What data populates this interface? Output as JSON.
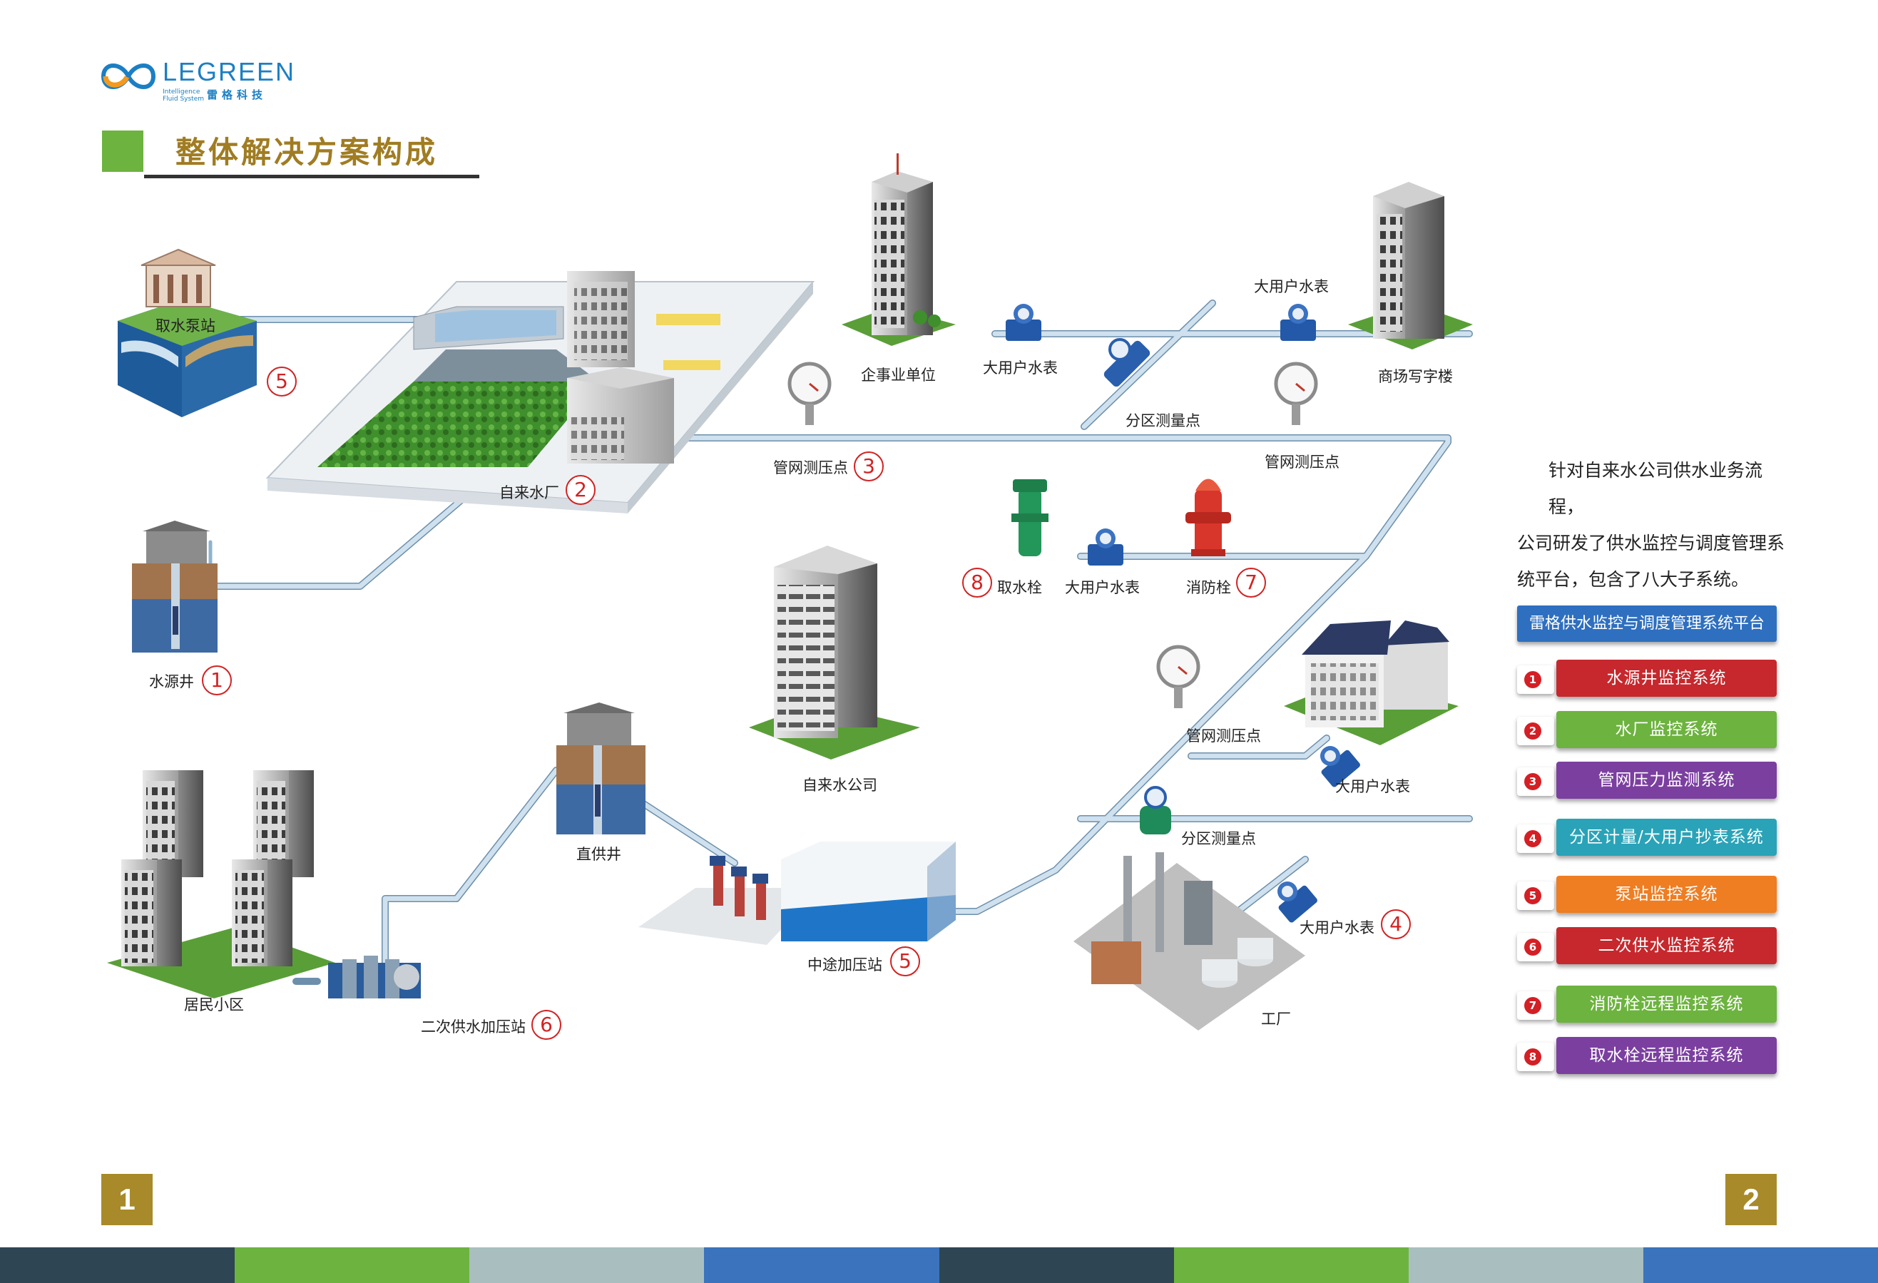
{
  "brand": {
    "name": "LEGREEN",
    "sub1": "Intelligence",
    "sub2": "Fluid System",
    "cn": "雷格科技"
  },
  "title": "整体解决方案构成",
  "labels": {
    "intake_pump": "取水泵站",
    "water_plant": "自来水厂",
    "source_well": "水源井",
    "enterprise": "企事业单位",
    "big_meter_1": "大用户水表",
    "big_meter_2": "大用户水表",
    "big_meter_3": "大用户水表",
    "big_meter_4": "大用户水表",
    "big_meter_5": "大用户水表",
    "zone_point_1": "分区测量点",
    "zone_point_2": "分区测量点",
    "mall": "商场写字楼",
    "pressure_1": "管网测压点",
    "pressure_2": "管网测压点",
    "pressure_3": "管网测压点",
    "intake_hydrant": "取水栓",
    "fire_hydrant": "消防栓",
    "water_company": "自来水公司",
    "direct_well": "直供井",
    "residential": "居民小区",
    "secondary_station": "二次供水加压站",
    "mid_station": "中途加压站",
    "factory": "工厂"
  },
  "numbers": {
    "n_intake": "5",
    "n_plant": "2",
    "n_well": "1",
    "n_pressure": "3",
    "n_intake_hydrant": "8",
    "n_fire": "7",
    "n_factory_meter": "4",
    "n_mid": "5",
    "n_secondary": "6"
  },
  "description": [
    "针对自来水公司供水业务流程，",
    "公司研发了供水监控与调度管理系",
    "统平台，包含了八大子系统。"
  ],
  "platform": "雷格供水监控与调度管理系统平台",
  "systems": [
    {
      "num": "1",
      "label": "水源井监控系统",
      "color": "#c6282d"
    },
    {
      "num": "2",
      "label": "水厂监控系统",
      "color": "#6db33f"
    },
    {
      "num": "3",
      "label": "管网压力监测系统",
      "color": "#7b3fa0"
    },
    {
      "num": "4",
      "label": "分区计量/大用户抄表系统",
      "color": "#2aa3b8"
    },
    {
      "num": "5",
      "label": "泵站监控系统",
      "color": "#ef7d22"
    },
    {
      "num": "6",
      "label": "二次供水监控系统",
      "color": "#c6282d"
    },
    {
      "num": "7",
      "label": "消防栓远程监控系统",
      "color": "#6db33f"
    },
    {
      "num": "8",
      "label": "取水栓远程监控系统",
      "color": "#7b3fa0"
    }
  ],
  "pages": {
    "left": "1",
    "right": "2"
  },
  "footer_colors": [
    "#2e4553",
    "#6db33f",
    "#a9bfbf",
    "#3b73bd",
    "#2e4553",
    "#6db33f",
    "#a9bfbf",
    "#3b73bd"
  ]
}
